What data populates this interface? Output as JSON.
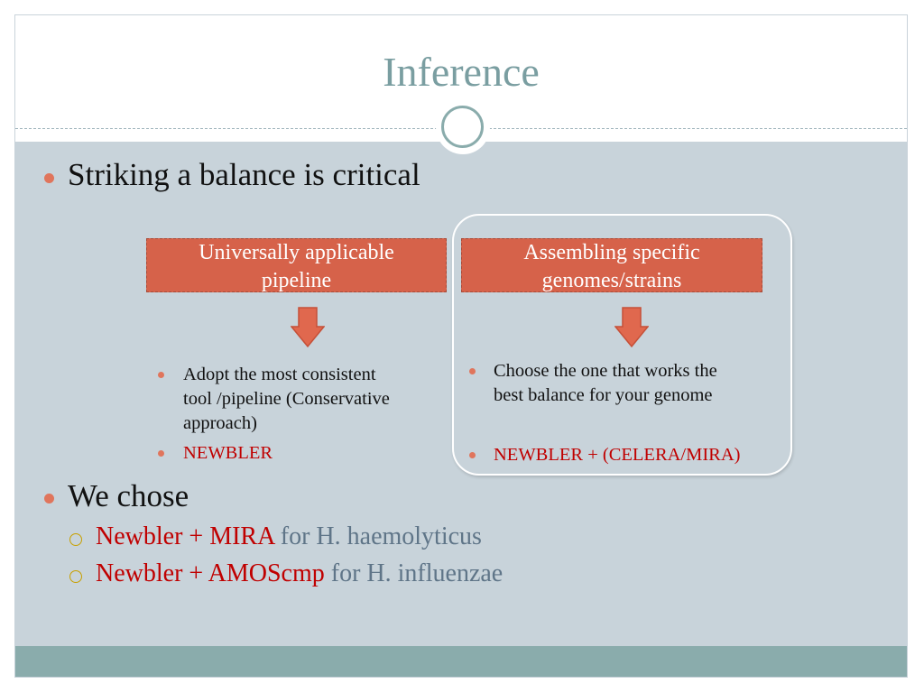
{
  "slide": {
    "title": "Inference",
    "bullets": [
      "Striking a balance is critical",
      "We chose"
    ],
    "left_box": {
      "line1": "Universally applicable",
      "line2": "pipeline",
      "items": [
        [
          "Adopt the most consistent",
          "tool /pipeline (Conservative",
          "approach)"
        ],
        [
          "NEWBLER"
        ]
      ]
    },
    "right_box": {
      "line1": "Assembling specific",
      "line2": "genomes/strains",
      "items": [
        [
          "Choose the one that works the",
          "best balance for your genome"
        ],
        [
          "NEWBLER + (CELERA/MIRA)"
        ]
      ]
    },
    "sub_bullets": [
      {
        "highlight": "Newbler + MIRA",
        "rest": " for H. haemolyticus"
      },
      {
        "highlight": "Newbler + AMOScmp",
        "rest": " for H. influenzae"
      }
    ]
  },
  "colors": {
    "title": "#7a9ea1",
    "body_bg": "#c8d3da",
    "footer": "#8aacac",
    "box": "#d6624a",
    "accent_red": "#c00000",
    "slate_text": "#5f7588",
    "bullet": "#e0755c"
  }
}
